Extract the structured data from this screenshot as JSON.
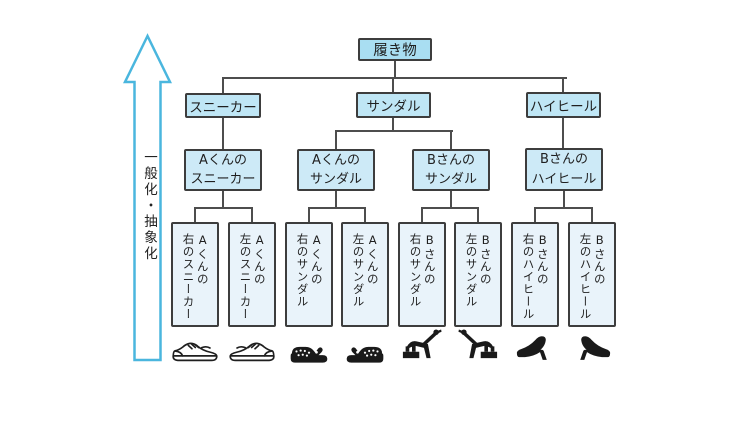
{
  "axis": {
    "label": "一般化・抽象化"
  },
  "tree": {
    "root": {
      "label": "履き物"
    },
    "categories": [
      {
        "label": "スニーカー"
      },
      {
        "label": "サンダル"
      },
      {
        "label": "ハイヒール"
      }
    ],
    "instances": [
      {
        "line1": "Aくんの",
        "line2": "スニーカー"
      },
      {
        "line1": "Aくんの",
        "line2": "サンダル"
      },
      {
        "line1": "Bさんの",
        "line2": "サンダル"
      },
      {
        "line1": "Bさんの",
        "line2": "ハイヒール"
      }
    ],
    "leaves": [
      {
        "owner": "Aくんの",
        "item": "右のスニーカー",
        "icon": "right-sneaker"
      },
      {
        "owner": "Aくんの",
        "item": "左のスニーカー",
        "icon": "left-sneaker"
      },
      {
        "owner": "Aくんの",
        "item": "右のサンダル",
        "icon": "right-clog-sandal"
      },
      {
        "owner": "Aくんの",
        "item": "左のサンダル",
        "icon": "left-clog-sandal"
      },
      {
        "owner": "Bさんの",
        "item": "右のサンダル",
        "icon": "right-platform-sandal"
      },
      {
        "owner": "Bさんの",
        "item": "左のサンダル",
        "icon": "left-platform-sandal"
      },
      {
        "owner": "Bさんの",
        "item": "右のハイヒール",
        "icon": "right-high-heel-pump"
      },
      {
        "owner": "Bさんの",
        "item": "左のハイヒール",
        "icon": "left-high-heel-pump"
      }
    ]
  },
  "icons": {
    "list": [
      "right-sneaker",
      "left-sneaker",
      "right-clog-sandal",
      "left-clog-sandal",
      "right-platform-sandal",
      "left-platform-sandal",
      "right-high-heel-pump",
      "left-high-heel-pump"
    ]
  },
  "colors": {
    "arrow_outline": "#4ab6de",
    "connector": "#4d4d4d",
    "box_border": "#3d3d3d",
    "level1_fill": "#a9def2",
    "level2_fill": "#bfe6f5",
    "level3_fill": "#cdeaf7",
    "level4_fill": "#e9f3fa",
    "icon_color": "#1a1a1a",
    "text": "#1f1f1f",
    "background": "#ffffff"
  }
}
